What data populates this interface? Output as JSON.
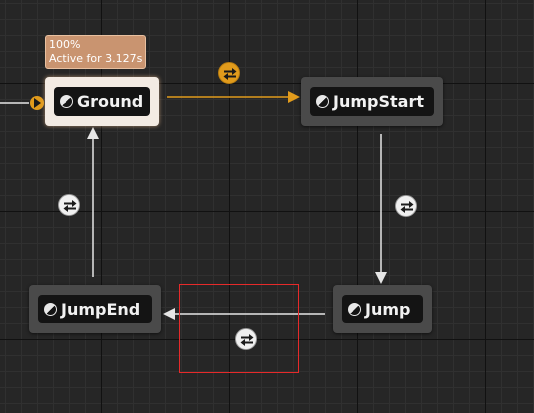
{
  "graph": {
    "states": [
      {
        "id": "ground",
        "label": "Ground",
        "active": true
      },
      {
        "id": "jumpstart",
        "label": "JumpStart",
        "active": false
      },
      {
        "id": "jump",
        "label": "Jump",
        "active": false
      },
      {
        "id": "jumpend",
        "label": "JumpEnd",
        "active": false
      }
    ],
    "active_state_tooltip": {
      "weight": "100%",
      "active_time": "Active for 3.127s"
    },
    "transitions": [
      {
        "from": "Ground",
        "to": "JumpStart",
        "active": true
      },
      {
        "from": "JumpStart",
        "to": "Jump",
        "active": false
      },
      {
        "from": "Jump",
        "to": "JumpEnd",
        "active": false
      },
      {
        "from": "JumpEnd",
        "to": "Ground",
        "active": false
      }
    ]
  },
  "colors": {
    "active_wire": "#e19b1c",
    "inactive_wire": "#e6e6e6",
    "selection": "#e62a2a",
    "active_node_border": "#f3ebe3",
    "tooltip_bg": "#c99470"
  },
  "icons": {
    "state": "state-half-circle-icon",
    "transition_rule": "transition-arrows-icon",
    "entry": "entry-arrow-icon"
  }
}
